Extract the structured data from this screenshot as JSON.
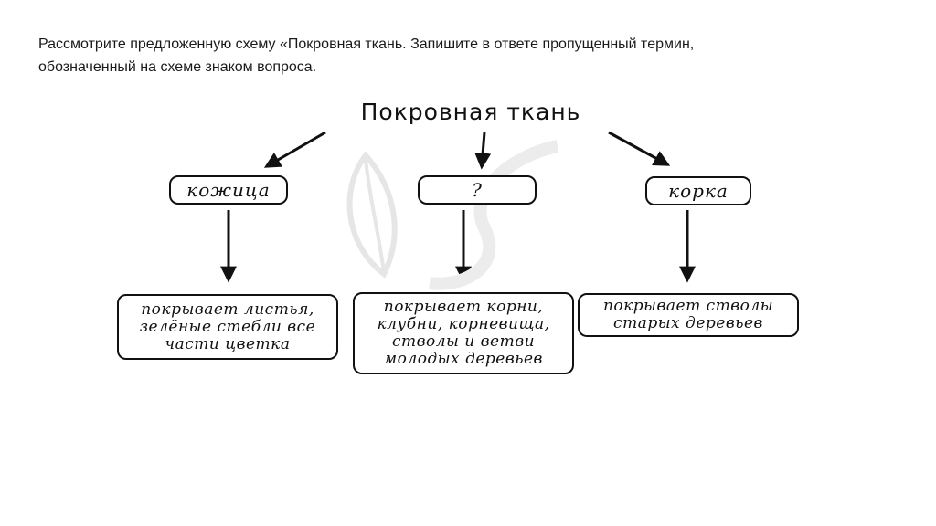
{
  "task": {
    "text": "Рассмотрите предложенную схему «Покровная ткань. Запишите в ответе пропущенный термин, обозначенный на схеме знаком вопроса."
  },
  "diagram": {
    "root": "Покровная ткань",
    "branches": [
      {
        "label": "кожица",
        "description": [
          "покрывает листья,",
          "зелёные стебли все",
          "части цветка"
        ]
      },
      {
        "label": "?",
        "description": [
          "покрывает корни,",
          "клубни, корневища,",
          "стволы и ветви",
          "молодых деревьев"
        ]
      },
      {
        "label": "корка",
        "description": [
          "покрывает стволы",
          "старых деревьев"
        ]
      }
    ]
  },
  "colors": {
    "ink": "#111111",
    "watermark": "#e6e6e6"
  }
}
